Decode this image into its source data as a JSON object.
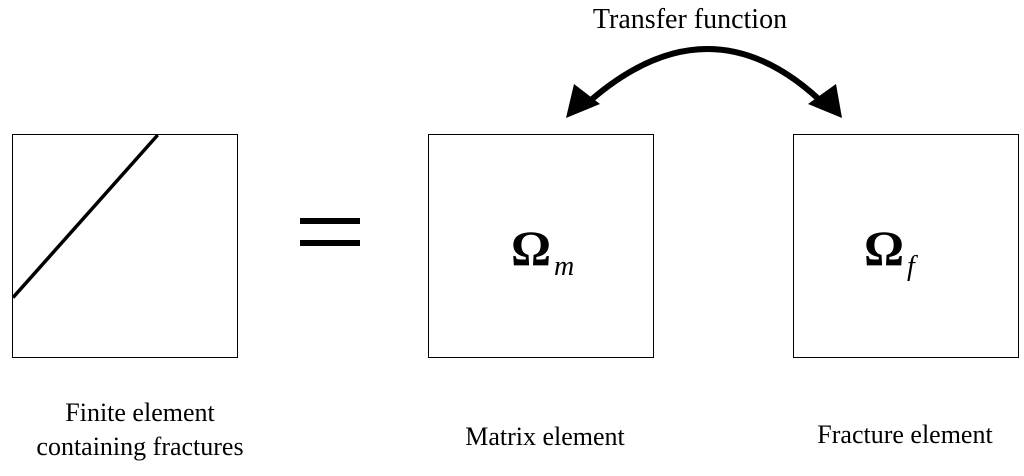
{
  "arrow": {
    "label": "Transfer function"
  },
  "finite_element": {
    "caption_line1": "Finite element",
    "caption_line2": "containing fractures"
  },
  "matrix_element": {
    "symbol": "Ω",
    "subscript": "m",
    "caption": "Matrix element"
  },
  "fracture_element": {
    "symbol": "Ω",
    "subscript": "f",
    "caption": "Fracture element"
  },
  "operator": "="
}
